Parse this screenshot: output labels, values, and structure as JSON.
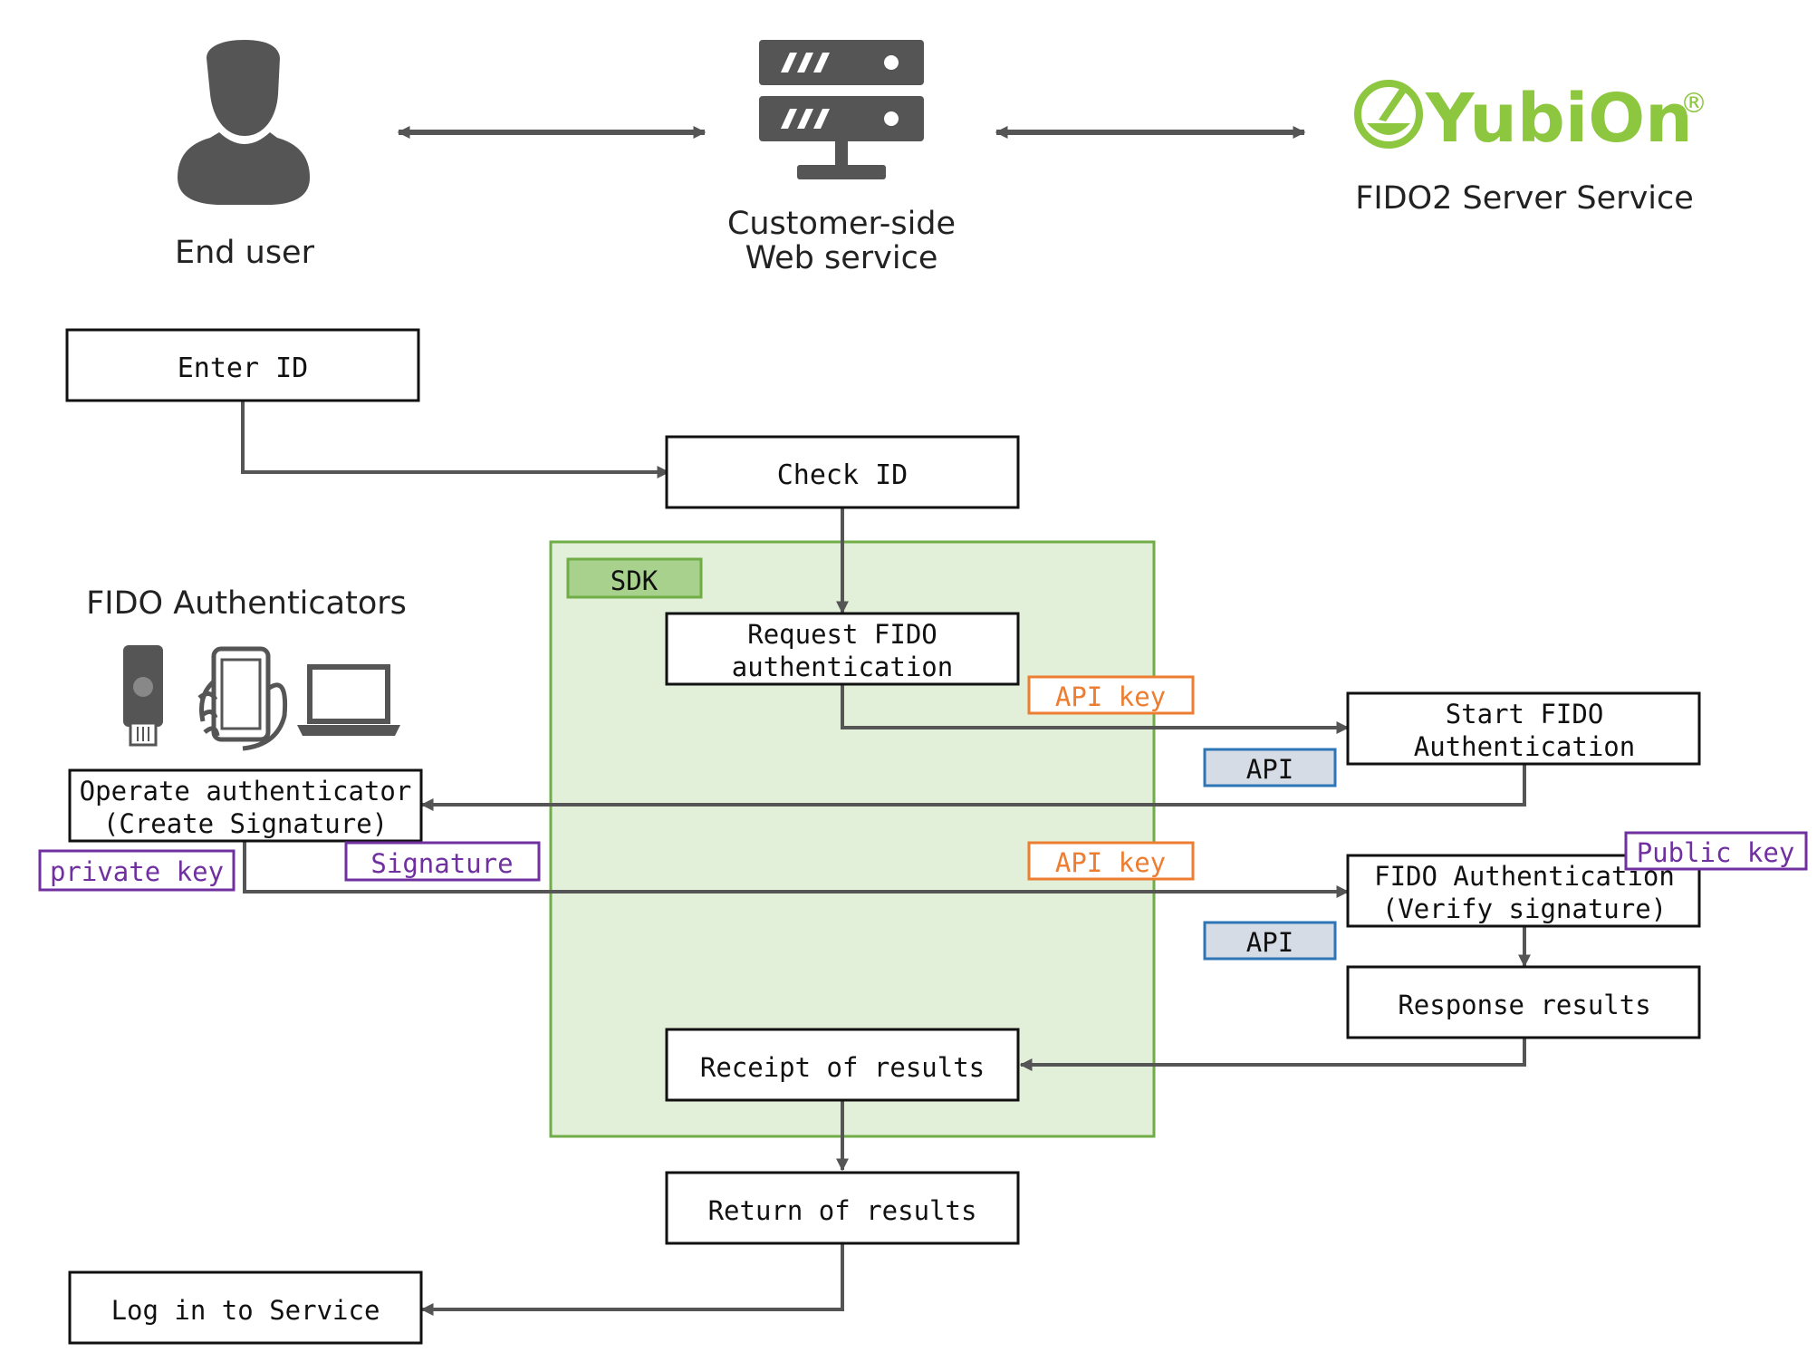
{
  "actors": {
    "end_user": "End user",
    "web_service_line1": "Customer-side",
    "web_service_line2": "Web service",
    "brand_name": "YubiOn",
    "brand_mark": "®",
    "fido2_server": "FIDO2 Server Service"
  },
  "authenticators": {
    "title": "FIDO Authenticators",
    "icons": [
      "security-key-icon",
      "smartphone-in-hand-icon",
      "laptop-icon"
    ]
  },
  "sdk": {
    "label": "SDK"
  },
  "boxes": {
    "enter_id": "Enter ID",
    "check_id": "Check ID",
    "request_fido_1": "Request FIDO",
    "request_fido_2": "authentication",
    "start_fido_1": "Start FIDO",
    "start_fido_2": "Authentication",
    "operate_1": "Operate authenticator",
    "operate_2": "(Create Signature)",
    "fido_auth_1": "FIDO Authentication",
    "fido_auth_2": "(Verify signature)",
    "response_results": "Response results",
    "receipt_results": "Receipt of results",
    "return_results": "Return of results",
    "log_in": "Log in to Service"
  },
  "tags": {
    "api_key_1": "API key",
    "api_1": "API",
    "private_key": "private key",
    "signature": "Signature",
    "api_key_2": "API key",
    "public_key": "Public key",
    "api_2": "API"
  },
  "colors": {
    "arrow": "#555555",
    "brand_green": "#8dc63f",
    "sdk_fill": "#e2efd9",
    "sdk_border": "#70ad47",
    "sdk_tag_fill": "#a9d18e",
    "api_key": "#ed7d31",
    "api_fill": "#d6dce5",
    "api_border": "#2e75b6",
    "key_purple": "#7030a0",
    "icon_gray": "#555555"
  }
}
